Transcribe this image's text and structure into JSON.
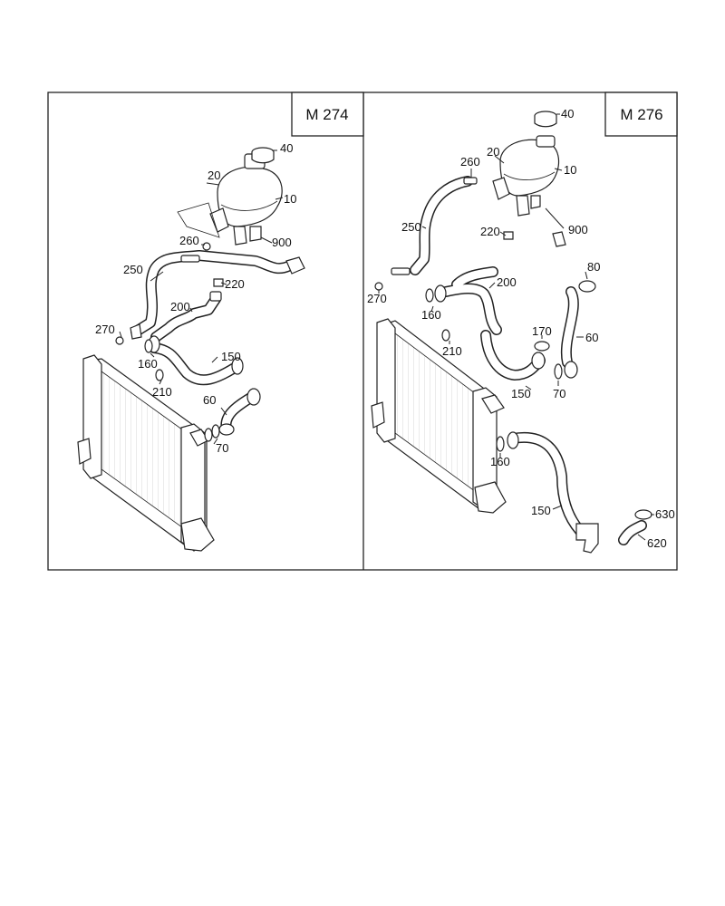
{
  "panels": [
    {
      "engine": "M 274",
      "callouts": [
        "40",
        "20",
        "10",
        "260",
        "900",
        "250",
        "220",
        "200",
        "270",
        "150",
        "160",
        "210",
        "60",
        "70"
      ]
    },
    {
      "engine": "M 276",
      "callouts": [
        "40",
        "20",
        "10",
        "260",
        "250",
        "900",
        "220",
        "80",
        "270",
        "200",
        "160",
        "210",
        "170",
        "60",
        "150",
        "70",
        "160",
        "150",
        "630",
        "620"
      ]
    }
  ]
}
